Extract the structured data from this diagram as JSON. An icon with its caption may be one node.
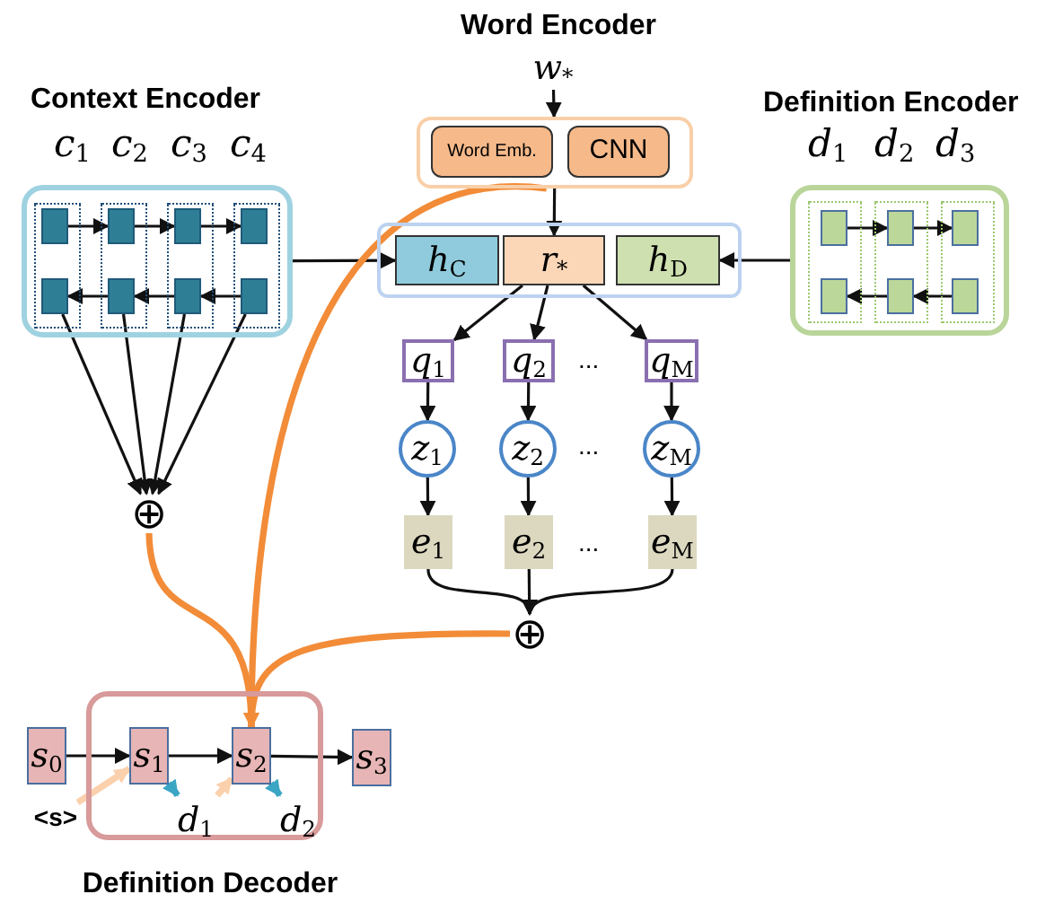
{
  "diagram": {
    "nodes": [
      {
        "text": [
          "w$_{*}$"
        ]
      },
      {
        "text": [
          "Word Encoder"
        ]
      },
      {
        "text": [
          "Word Emb."
        ],
        "in": 1
      },
      {
        "text": [
          "CNN"
        ],
        "in": 1
      },
      {
        "text": [
          "Context Encoder"
        ]
      },
      {
        "text": [],
        "shape": "box",
        "in": 4
      },
      {
        "text": [],
        "shape": "box",
        "in": 4
      },
      {
        "text": [],
        "shape": "box",
        "in": 4
      },
      {
        "text": [],
        "shape": "box",
        "in": 4
      },
      {
        "text": [],
        "shape": "box",
        "in": 4
      },
      {
        "text": [],
        "shape": "box",
        "in": 4
      },
      {
        "text": [],
        "shape": "box",
        "in": 4
      },
      {
        "text": [],
        "shape": "box",
        "in": 4
      },
      {
        "text": [],
        "shape": "box"
      },
      {
        "text": [
          "h$_{C}$"
        ],
        "in": 13
      },
      {
        "text": [
          "r$_{*}$"
        ],
        "in": 13
      },
      {
        "text": [
          "h$_{D}$"
        ],
        "in": 13
      },
      {
        "text": [
          "Definition Encoder"
        ]
      },
      {
        "text": [],
        "shape": "box",
        "in": 17
      },
      {
        "text": [],
        "shape": "box",
        "in": 17
      },
      {
        "text": [],
        "shape": "box",
        "in": 17
      },
      {
        "text": [],
        "shape": "box",
        "in": 17
      },
      {
        "text": [],
        "shape": "box",
        "in": 17
      },
      {
        "text": [],
        "shape": "box",
        "in": 17
      },
      {
        "text": [
          "q$_{1}$"
        ]
      },
      {
        "text": [
          "q$_{2}$"
        ]
      },
      {
        "text": [
          "q$_{M}$"
        ]
      },
      {
        "text": [
          "z$_{1}$"
        ]
      },
      {
        "text": [
          "z$_{2}$"
        ]
      },
      {
        "text": [
          "z$_{M}$"
        ]
      },
      {
        "text": [
          "e$_{1}$"
        ]
      },
      {
        "text": [
          "e$_{2}$"
        ]
      },
      {
        "text": [
          "e$_{M}$"
        ]
      },
      {
        "text": [
          "⊕"
        ]
      },
      {
        "text": [
          "⊕"
        ]
      },
      {
        "text": [
          "Definition Decoder"
        ]
      },
      {
        "text": [
          "s$_{0}$"
        ]
      },
      {
        "text": [
          "s$_{1}$"
        ],
        "in": 35
      },
      {
        "text": [
          "s$_{2}$"
        ],
        "in": 35
      },
      {
        "text": [
          "s$_{3}$"
        ]
      },
      {
        "text": [
          "<s>"
        ]
      },
      {
        "text": [
          "d$_{1}$"
        ],
        "in": 35
      },
      {
        "text": [
          "d$_{2}$"
        ],
        "in": 35
      }
    ],
    "edges": [
      {
        "from": 0,
        "to": 1,
        "arrow": "to"
      },
      {
        "from": 1,
        "to": 15,
        "arrow": "to"
      },
      {
        "from": 4,
        "to": 14,
        "arrow": "to"
      },
      {
        "from": 17,
        "to": 16,
        "arrow": "to"
      },
      {
        "from": 5,
        "to": 6,
        "arrow": "to"
      },
      {
        "from": 6,
        "to": 7,
        "arrow": "to"
      },
      {
        "from": 7,
        "to": 8,
        "arrow": "to"
      },
      {
        "from": 12,
        "to": 11,
        "arrow": "to"
      },
      {
        "from": 11,
        "to": 10,
        "arrow": "to"
      },
      {
        "from": 10,
        "to": 9,
        "arrow": "to"
      },
      {
        "from": 18,
        "to": 19,
        "arrow": "to"
      },
      {
        "from": 19,
        "to": 20,
        "arrow": "to"
      },
      {
        "from": 23,
        "to": 22,
        "arrow": "to"
      },
      {
        "from": 22,
        "to": 21,
        "arrow": "to"
      },
      {
        "from": 9,
        "to": 33,
        "arrow": "to"
      },
      {
        "from": 10,
        "to": 33,
        "arrow": "to"
      },
      {
        "from": 11,
        "to": 33,
        "arrow": "to"
      },
      {
        "from": 12,
        "to": 33,
        "arrow": "to"
      },
      {
        "from": 15,
        "to": 24,
        "arrow": "to"
      },
      {
        "from": 15,
        "to": 25,
        "arrow": "to"
      },
      {
        "from": 15,
        "to": 26,
        "arrow": "to"
      },
      {
        "from": 24,
        "to": 27,
        "arrow": "to"
      },
      {
        "from": 25,
        "to": 28,
        "arrow": "to"
      },
      {
        "from": 26,
        "to": 29,
        "arrow": "to"
      },
      {
        "from": 27,
        "to": 30,
        "arrow": "to"
      },
      {
        "from": 28,
        "to": 31,
        "arrow": "to"
      },
      {
        "from": 29,
        "to": 32,
        "arrow": "to"
      },
      {
        "from": 30,
        "to": 34,
        "arrow": "to"
      },
      {
        "from": 31,
        "to": 34,
        "arrow": "to"
      },
      {
        "from": 32,
        "to": 34,
        "arrow": "to"
      },
      {
        "from": 33,
        "to": 38,
        "arrow": "to",
        "style": "thick",
        "color": "#f28c38"
      },
      {
        "from": 1,
        "to": 38,
        "arrow": "to",
        "style": "thick",
        "color": "#f28c38"
      },
      {
        "from": 34,
        "to": 38,
        "arrow": "to",
        "style": "thick",
        "color": "#f28c38"
      },
      {
        "from": 36,
        "to": 37,
        "arrow": "to"
      },
      {
        "from": 37,
        "to": 38,
        "arrow": "to"
      },
      {
        "from": 38,
        "to": 39,
        "arrow": "to"
      },
      {
        "from": 40,
        "to": 37,
        "arrow": "to",
        "style": "thick",
        "color": "#fbd0ad"
      },
      {
        "from": 41,
        "to": 38,
        "arrow": "to",
        "style": "thick",
        "color": "#fbd0ad"
      },
      {
        "from": 37,
        "to": 41,
        "arrow": "to",
        "style": "thick",
        "color": "#3ba6c4"
      },
      {
        "from": 38,
        "to": 42,
        "arrow": "to",
        "style": "thick",
        "color": "#3ba6c4"
      }
    ],
    "labels": [
      "c$_{1}$",
      "c$_{2}$",
      "c$_{3}$",
      "c$_{4}$",
      "d$_{1}$",
      "d$_{2}$",
      "d$_{3}$",
      "...",
      "...",
      "..."
    ]
  }
}
